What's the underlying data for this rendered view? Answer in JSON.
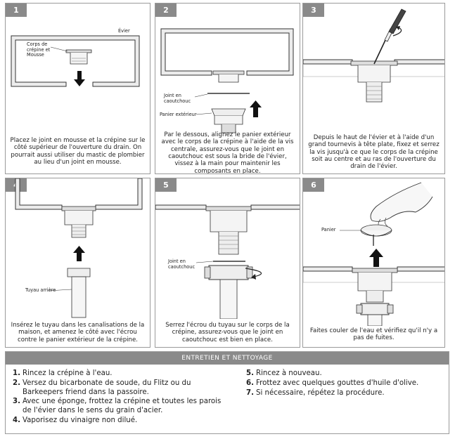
{
  "steps": [
    {
      "number": "1",
      "caption": "Placez le joint en mousse et la crépine sur le côté supérieur de l'ouverture du drain. On pourrait aussi utiliser du mastic de plombier au lieu d'un joint en mousse.",
      "labels": {
        "sink": "Évier",
        "strainer": "Corps de crépine et Mousse"
      }
    },
    {
      "number": "2",
      "caption": "Par le dessous, alignez le panier extérieur avec le corps de la crépine à l'aide de la vis centrale, assurez-vous que le joint en caoutchouc est sous la bride de l'évier, vissez à la main pour maintenir les composants en place.",
      "labels": {
        "gasket": "Joint en caoutchouc",
        "basket": "Panier extérieur"
      }
    },
    {
      "number": "3",
      "caption": "Depuis le haut de l'évier et à l'aide d'un grand tournevis à tête plate, fixez et serrez la vis jusqu'à ce que le corps de la crépine soit au centre et au ras de l'ouverture du drain de l'évier.",
      "labels": {}
    },
    {
      "number": "4",
      "caption": "Insérez le tuyau dans les canalisations de la maison, et amenez le côté avec l'écrou contre le panier extérieur de la crépine.",
      "labels": {
        "pipe": "Tuyau arrière"
      }
    },
    {
      "number": "5",
      "caption": "Serrez l'écrou du tuyau sur le corps de la crépine, assurez-vous que le joint en caoutchouc est bien en place.",
      "labels": {
        "gasket": "Joint en caoutchouc"
      }
    },
    {
      "number": "6",
      "caption": "Faites couler de l'eau et vérifiez qu'il n'y a pas de fuites.",
      "labels": {
        "basket": "Panier"
      }
    }
  ],
  "maintenance": {
    "title": "ENTRETIEN ET NETTOYAGE",
    "left": [
      {
        "n": "1.",
        "text": "Rincez la crépine à l'eau."
      },
      {
        "n": "2.",
        "text": "Versez du bicarbonate de soude, du Flitz ou du Barkeepers friend dans la passoire."
      },
      {
        "n": "3.",
        "text": "Avec une éponge, frottez la crépine et toutes les parois de l'évier dans le sens du grain d'acier."
      },
      {
        "n": "4.",
        "text": "Vaporisez du vinaigre non dilué."
      }
    ],
    "right": [
      {
        "n": "5.",
        "text": "Rincez à nouveau."
      },
      {
        "n": "6.",
        "text": "Frottez avec quelques gouttes d'huile d'olive."
      },
      {
        "n": "7.",
        "text": "Si nécessaire, répétez la procédure."
      }
    ]
  },
  "colors": {
    "header_gray": "#8a8a8a",
    "sink_fill": "#ececec",
    "line": "#333333"
  }
}
